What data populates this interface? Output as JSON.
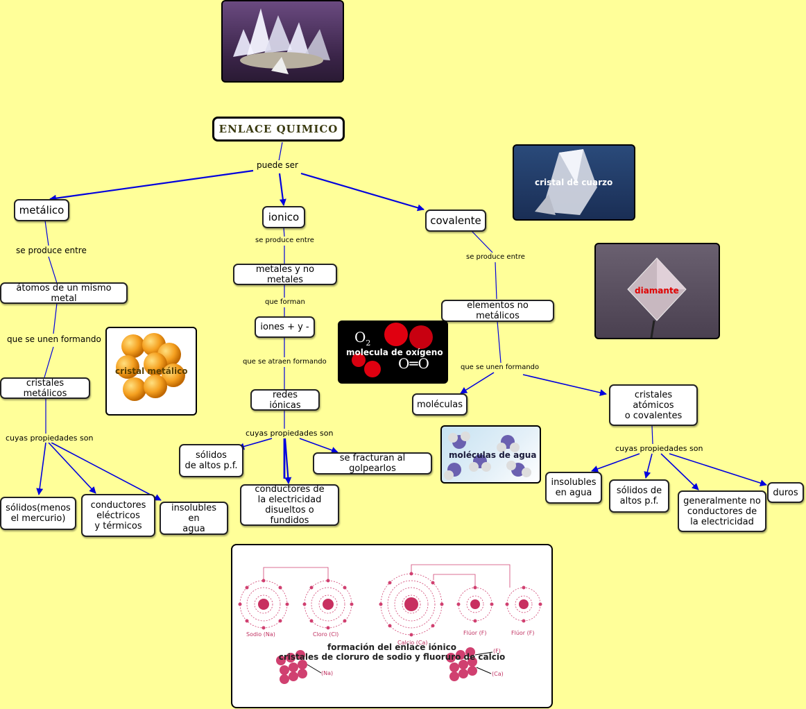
{
  "root": "ENLACE QUIMICO",
  "labels": {
    "puede_ser": "puede ser",
    "metalico_produce": "se produce entre",
    "metalico_unen": "que se unen formando",
    "metalico_prop": "cuyas propiedades son",
    "ionico_produce": "se produce entre",
    "ionico_forman": "que forman",
    "ionico_atraen": "que se atraen formando",
    "ionico_prop": "cuyas propiedades son",
    "cov_produce": "se produce entre",
    "cov_unen": "que se unen formando",
    "cov_prop": "cuyas propiedades son"
  },
  "nodes": {
    "metalico": "metálico",
    "ionico": "ionico",
    "covalente": "covalente",
    "atomos": "átomos de un mismo metal",
    "cristales_metalicos": "cristales metálicos",
    "solidos_menos": "sólidos(menos\nel mercurio)",
    "conductores_et": "conductores\neléctricos\ny térmicos",
    "insolubles_m": "insolubles en\nagua",
    "metales_no_metales": "metales y no metales",
    "iones": "iones + y -",
    "redes": "redes iónicas",
    "solidos_pf": "sólidos\nde altos p.f.",
    "fracturan": "se fracturan al golpearlos",
    "conductores_fund": "conductores de\nla electricidad\ndisueltos o fundidos",
    "elementos_no_met": "elementos no metálicos",
    "moleculas": "moléculas",
    "cristales_atomicos": "cristales atómicos\no covalentes",
    "insolubles_c": "insolubles\nen agua",
    "solidos_pf_c": "sólidos de\naltos p.f.",
    "no_conductores": "generalmente no\nconductores de\nla electricidad",
    "duros": "duros"
  },
  "images": {
    "cuarzo": "cristal de cuarzo",
    "diamante": "diamante",
    "cristal_metalico": "cristal metálico",
    "oxigeno": "molecula de oxígeno",
    "o2_formula": "O",
    "o2_sub": "2",
    "o_double": "O═O",
    "agua": "moléculas de agua",
    "ionico_title1": "formación del enlace iónico",
    "ionico_title2": "cristales de cloruro de sodio y fluoruro de calcio",
    "sodio": "Sodio (Na)",
    "cloro": "Cloro (Cl)",
    "calcio": "Calcio (Ca)",
    "fluor1": "Flúor (F)",
    "fluor2": "Flúor (F)",
    "na_tag": "(Na)",
    "f_tag": "(F)",
    "ca_tag": "(Ca)"
  },
  "colors": {
    "background": "#ffff99",
    "arrow": "#0000dd"
  }
}
